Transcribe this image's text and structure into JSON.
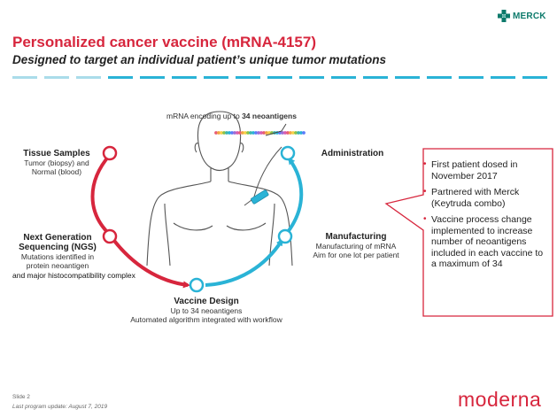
{
  "header": {
    "logo_text": "MERCK",
    "title": "Personalized cancer vaccine (mRNA-4157)",
    "subtitle": "Designed to target an individual patient’s unique tumor mutations"
  },
  "diagram": {
    "mrna_prefix": "mRNA encoding up to ",
    "mrna_count": "34 neoantigens",
    "steps": {
      "tissue": {
        "title": "Tissue Samples",
        "lines": [
          "Tumor (biopsy) and",
          "Normal (blood)"
        ]
      },
      "ngs": {
        "title_line1": "Next Generation",
        "title_line2": "Sequencing (NGS)",
        "lines": [
          "Mutations identified in",
          "protein neoantigen"
        ]
      },
      "ngs_extra": "and major histocompatibility complex",
      "vaccine_design": {
        "title": "Vaccine Design",
        "lines": [
          "Up to 34 neoantigens",
          "Automated algorithm integrated with workflow"
        ]
      },
      "manufacturing": {
        "title": "Manufacturing",
        "lines": [
          "Manufacturing of mRNA",
          "Aim for one lot per patient"
        ]
      },
      "administration": {
        "title": "Administration"
      }
    },
    "colors": {
      "red": "#d7263d",
      "blue": "#2ab3d6"
    }
  },
  "callout": {
    "bullets": [
      "First patient dosed in November 2017",
      "Partnered with Merck (Keytruda combo)",
      "Vaccine process change implemented to increase number of neoantigens included in each vaccine to a maximum of 34"
    ]
  },
  "footer": {
    "slide": "Slide 2",
    "update": "Last program update: August 7, 2019",
    "brand": "moderna"
  }
}
